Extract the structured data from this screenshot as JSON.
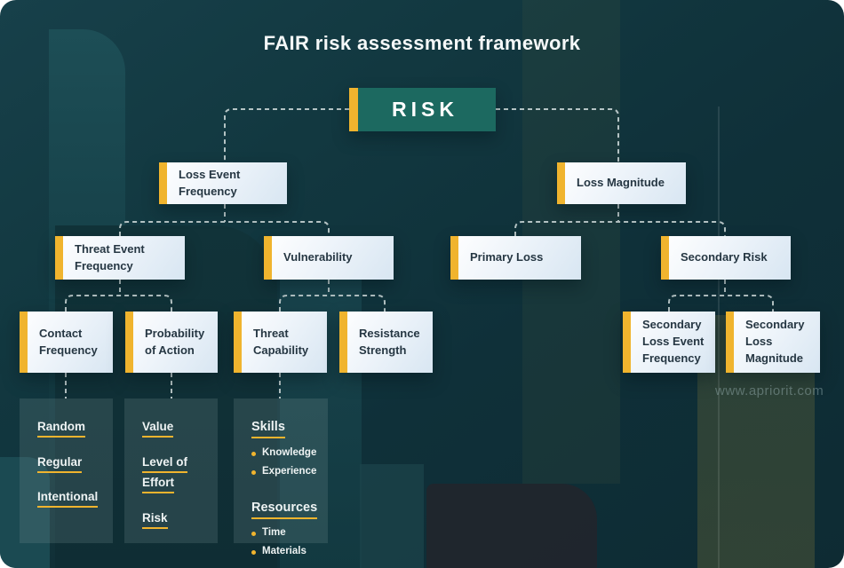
{
  "title": "FAIR risk assessment framework",
  "watermark": "www.apriorit.com",
  "colors": {
    "accent_yellow": "#F0B42E",
    "risk_box_teal": "#1C6960",
    "node_background": "#EAF2F9",
    "node_text": "#263743",
    "background_teal": "#0F3039",
    "connector": "#C6D3D3",
    "panel_background": "rgba(125,148,152,0.22)",
    "panel_text": "#EEF3F3"
  },
  "nodes": {
    "risk": "RISK",
    "loss_event_frequency": "Loss Event Frequency",
    "loss_magnitude": "Loss Magnitude",
    "threat_event_frequency": "Threat Event Frequency",
    "vulnerability": "Vulnerability",
    "primary_loss": "Primary Loss",
    "secondary_risk": "Secondary Risk",
    "contact_frequency": "Contact Frequency",
    "probability_of_action": "Probability of Action",
    "threat_capability": "Threat Capability",
    "resistance_strength": "Resistance Strength",
    "secondary_loss_event_frequency": "Secondary Loss Event Frequency",
    "secondary_loss_magnitude": "Secondary Loss Magnitude"
  },
  "lists": {
    "contact_frequency_types": {
      "items": [
        "Random",
        "Regular",
        "Intentional"
      ]
    },
    "probability_of_action_factors": {
      "items": [
        "Value",
        "Level of Effort",
        "Risk"
      ]
    },
    "threat_capability_factors": {
      "sections": [
        {
          "heading": "Skills",
          "bullets": [
            "Knowledge",
            "Experience"
          ]
        },
        {
          "heading": "Resources",
          "bullets": [
            "Time",
            "Materials"
          ]
        }
      ]
    }
  }
}
